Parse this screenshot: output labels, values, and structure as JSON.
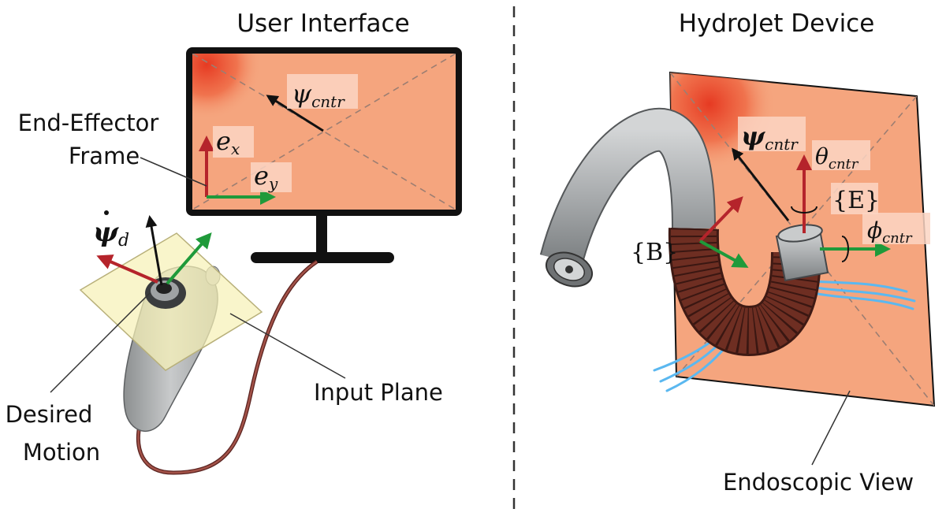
{
  "left_panel": {
    "title": "User Interface",
    "end_effector_label_line1": "End-Effector",
    "end_effector_label_line2": "Frame",
    "ex_base": "e",
    "ex_sub": "x",
    "ey_base": "e",
    "ey_sub": "y",
    "psi_base": "ψ",
    "psi_sub": "cntr",
    "psi_dot_base": "ψ",
    "psi_dot_sub": "d",
    "input_plane_label": "Input Plane",
    "desired_label_line1": "Desired",
    "desired_label_line2": "Motion"
  },
  "right_panel": {
    "title": "HydroJet Device",
    "psi_base": "ψ",
    "psi_sub": "cntr",
    "theta_base": "θ",
    "theta_sub": "cntr",
    "phi_base": "ϕ",
    "phi_sub": "cntr",
    "frame_e": "{E}",
    "frame_b": "{B}",
    "endoscopic_label": "Endoscopic View"
  },
  "colors": {
    "screen_orange": "#f5a57e",
    "hotspot_red": "#e8402a",
    "axis_red": "#b5242b",
    "axis_green": "#1f9a3a",
    "water_blue": "#5bb8f0",
    "plane_yellow": "#f6f1b7",
    "tube_gray": "#a9acae",
    "bellows_brown": "#6e2e22",
    "cable_brown": "#8a3a30"
  }
}
